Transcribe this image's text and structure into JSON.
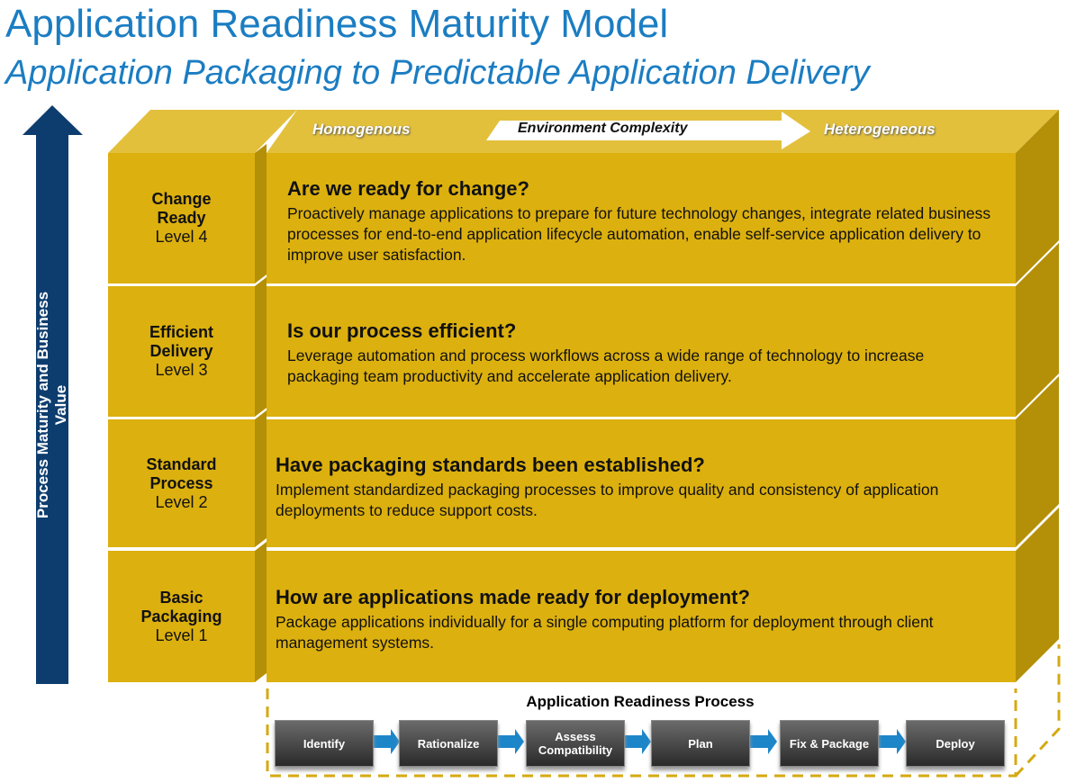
{
  "title": "Application Readiness Maturity Model",
  "subtitle": "Application Packaging to Predictable Application Delivery",
  "axis_label": "Process Maturity and Business Value",
  "header": {
    "left": "Homogenous",
    "middle": "Environment Complexity",
    "right": "Heterogeneous"
  },
  "levels": [
    {
      "name1": "Change",
      "name2": "Ready",
      "level": "Level 4",
      "question": "Are we ready for change?",
      "description": "Proactively manage applications to prepare for future technology changes, integrate related business processes for end-to-end application lifecycle automation, enable self-service application delivery to improve user satisfaction."
    },
    {
      "name1": "Efficient",
      "name2": "Delivery",
      "level": "Level 3",
      "question": "Is our process efficient?",
      "description": "Leverage automation and process workflows across a wide range of technology to increase packaging team productivity and accelerate application delivery."
    },
    {
      "name1": "Standard",
      "name2": "Process",
      "level": "Level 2",
      "question": "Have packaging standards been established?",
      "description": "Implement standardized packaging processes to improve quality and consistency of application deployments to reduce support costs."
    },
    {
      "name1": "Basic",
      "name2": "Packaging",
      "level": "Level 1",
      "question": "How are applications made ready for deployment?",
      "description": "Package applications individually  for a single computing platform for deployment through client management systems."
    }
  ],
  "process": {
    "title": "Application Readiness Process",
    "steps": [
      "Identify",
      "Rationalize",
      "Assess Compatibility",
      "Plan",
      "Fix & Package",
      "Deploy"
    ]
  },
  "colors": {
    "title": "#1b7dc2",
    "face": "#dcb00e",
    "side": "#b48f08",
    "top": "#e3c03c",
    "arrow": "#0d3d6e"
  }
}
